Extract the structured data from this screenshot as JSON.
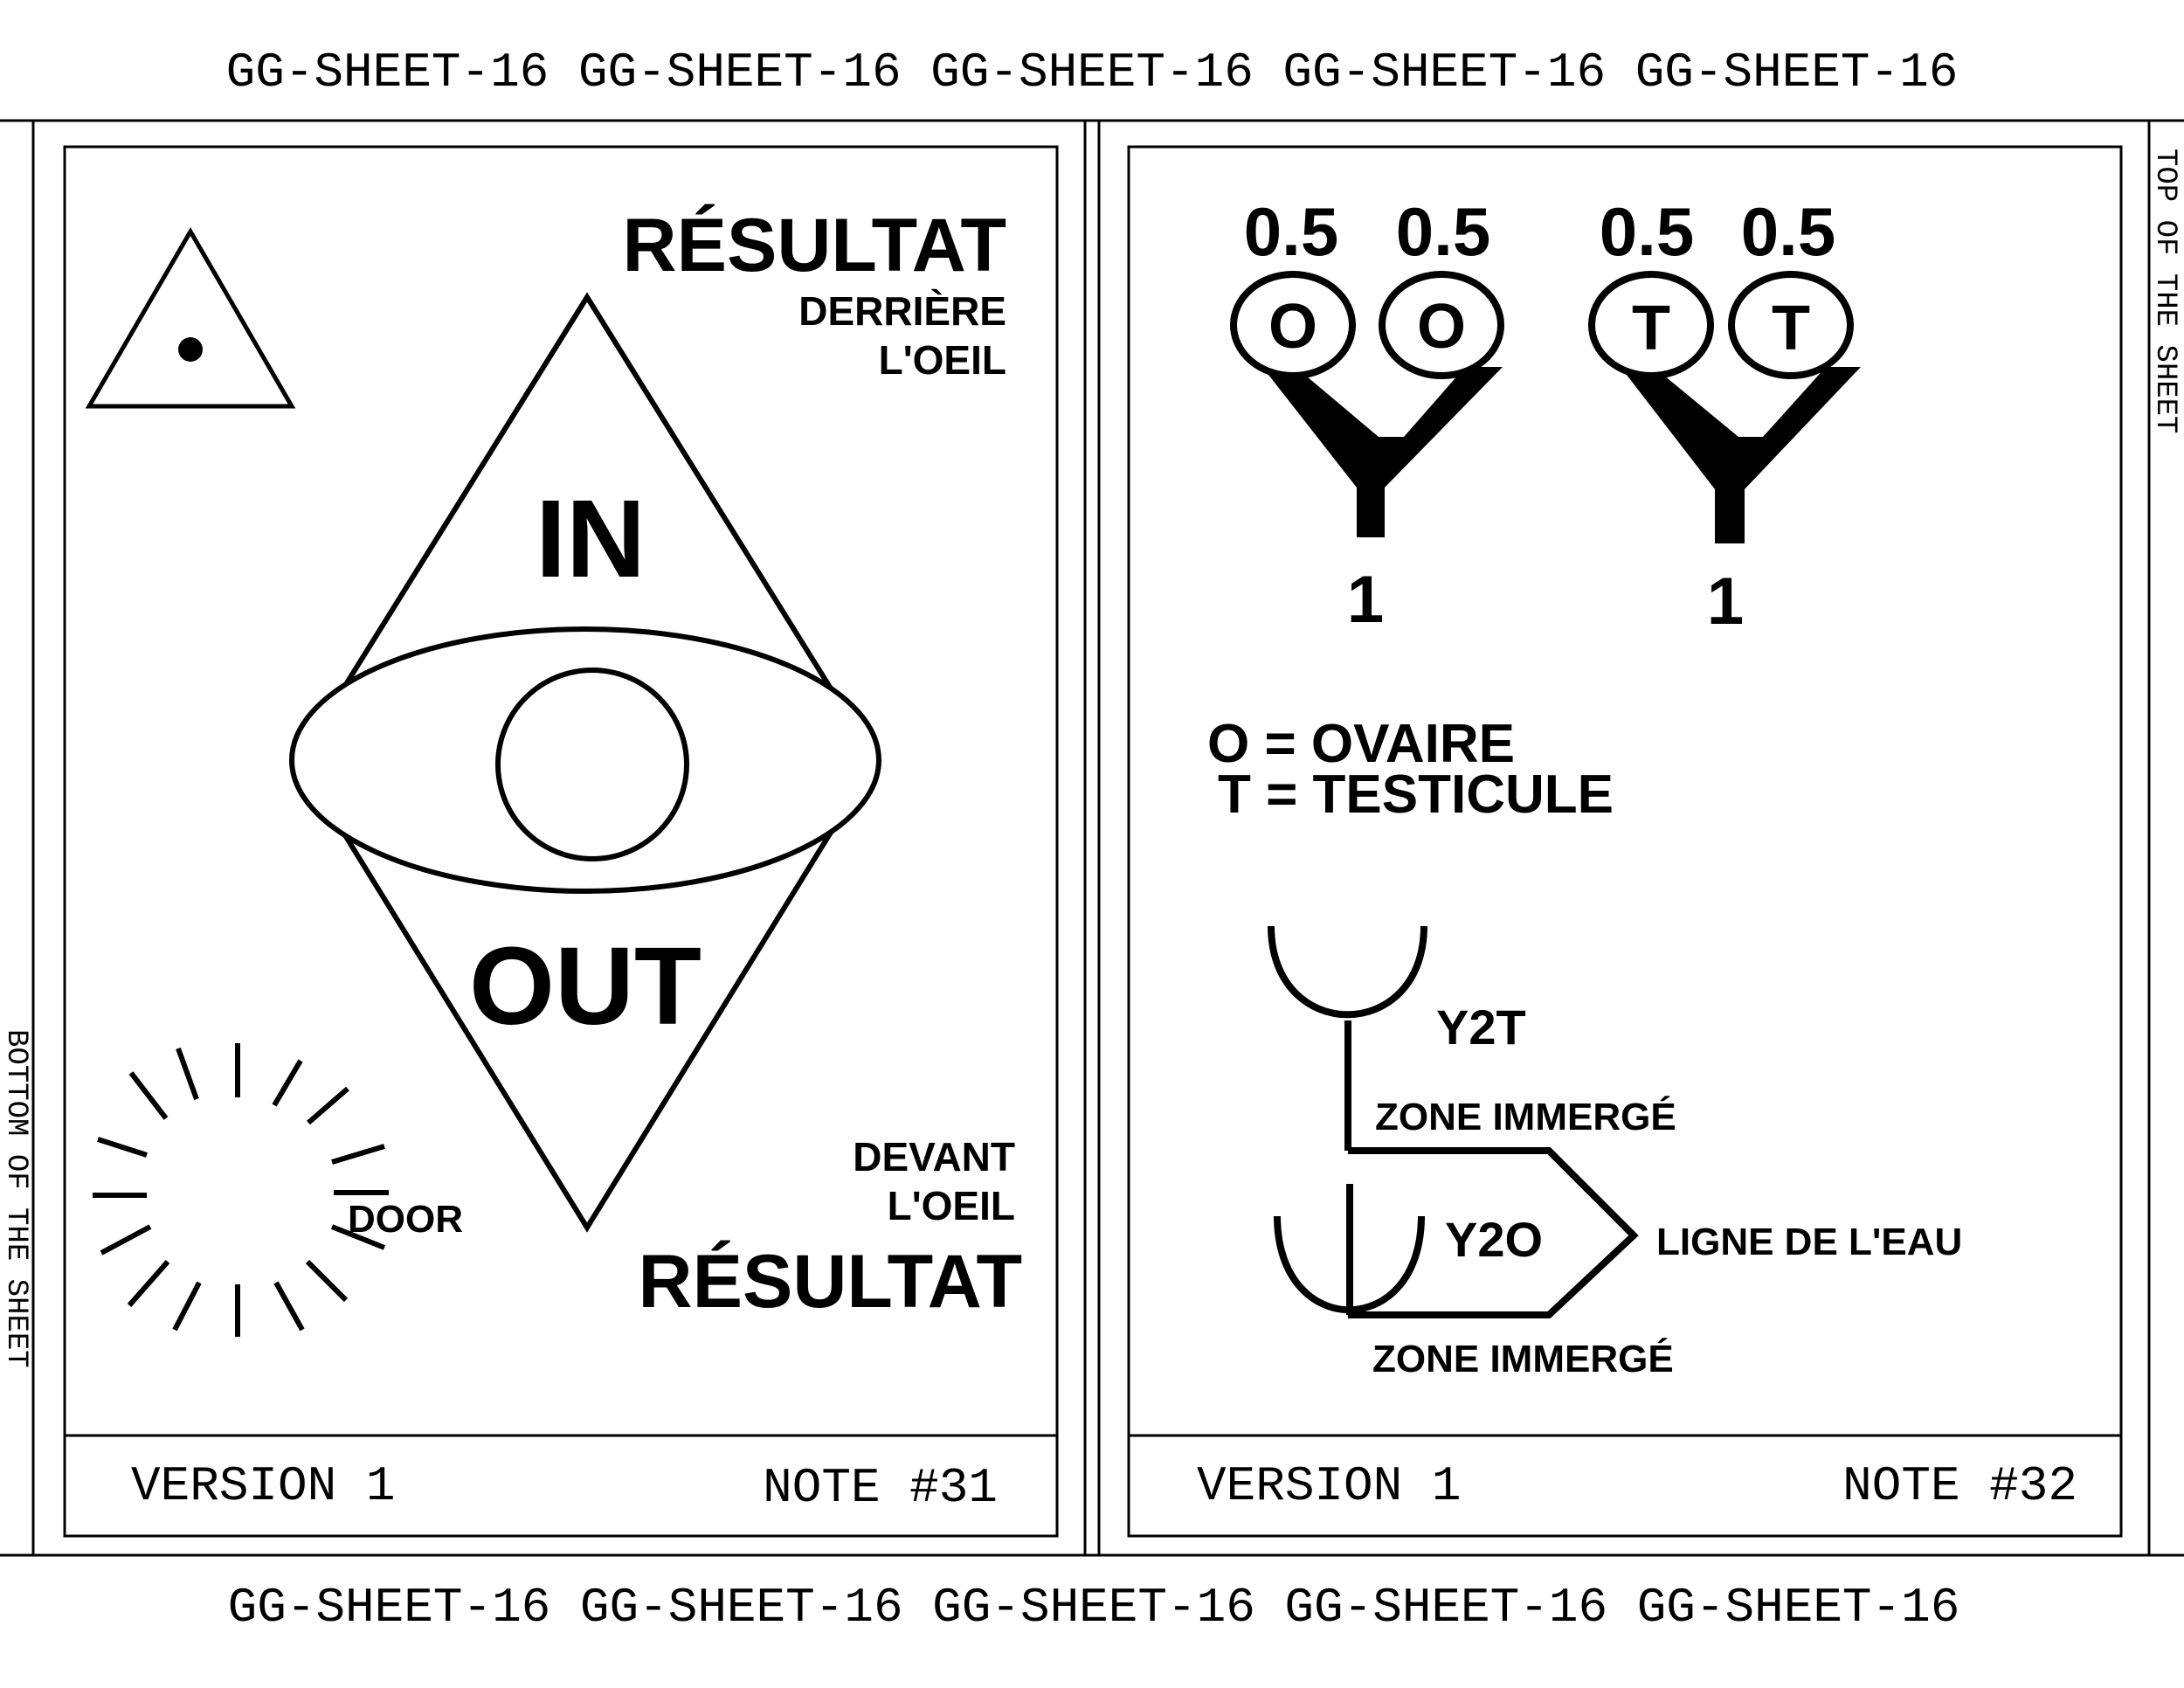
{
  "banner": {
    "top": "GG-SHEET-16 GG-SHEET-16 GG-SHEET-16 GG-SHEET-16 GG-SHEET-16",
    "bottom": "GG-SHEET-16 GG-SHEET-16 GG-SHEET-16 GG-SHEET-16 GG-SHEET-16",
    "left_side": "BOTTOM OF THE SHEET",
    "right_side": "TOP OF THE SHEET"
  },
  "card_left": {
    "resultat_top": "RÉSULTAT",
    "derriere": "DERRIÈRE",
    "oeil_top": "L'OEIL",
    "in_label": "IN",
    "out_label": "OUT",
    "devant": "DEVANT",
    "oeil_bottom": "L'OEIL",
    "resultat_bottom": "RÉSULTAT",
    "door_label": "DOOR",
    "version": "VERSION 1",
    "note": "NOTE #31"
  },
  "card_right": {
    "fork_o": {
      "left_value": "0.5",
      "right_value": "0.5",
      "left_letter": "O",
      "right_letter": "O",
      "stem_value": "1"
    },
    "fork_t": {
      "left_value": "0.5",
      "right_value": "0.5",
      "left_letter": "T",
      "right_letter": "T",
      "stem_value": "1"
    },
    "legend_o": "O = OVAIRE",
    "legend_t": "T = TESTICULE",
    "y2t": "Y2T",
    "zone_upper": "ZONE IMMERGÉ",
    "y2o": "Y2O",
    "waterline": "LIGNE DE L'EAU",
    "zone_lower": "ZONE IMMERGÉ",
    "version": "VERSION 1",
    "note": "NOTE #32"
  },
  "colors": {
    "ink": "#000000",
    "paper": "#ffffff"
  }
}
